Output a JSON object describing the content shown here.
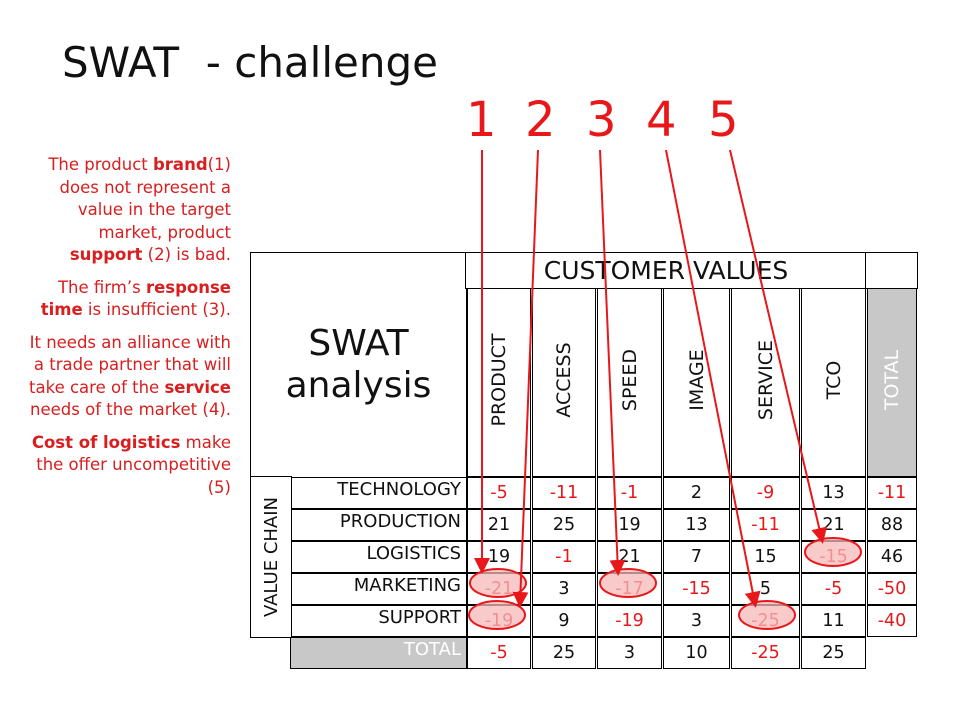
{
  "title": "SWAT  - challenge",
  "numbers": [
    "1",
    "2",
    "3",
    "4",
    "5"
  ],
  "side": {
    "p1_a": "The product ",
    "p1_b": "brand",
    "p1_c": "(1) does not represent a value in the target market, product ",
    "p1_d": "support",
    "p1_e": " (2) is bad.",
    "p2_a": "The firm’s ",
    "p2_b": "response time",
    "p2_c": " is insufficient (3).",
    "p3_a": "It needs an alliance with a trade partner that will take care of the ",
    "p3_b": "service",
    "p3_c": " needs of the market (4).",
    "p4_a": "Cost of logistics",
    "p4_b": " make the offer uncompetitive (5)"
  },
  "table": {
    "customer_values": "CUSTOMER VALUES",
    "swat_line1": "SWAT",
    "swat_line2": "analysis",
    "value_chain": "VALUE CHAIN",
    "columns": [
      "PRODUCT",
      "ACCESS",
      "SPEED",
      "IMAGE",
      "SERVICE",
      "TCO",
      "TOTAL"
    ],
    "rows": [
      {
        "label": "TECHNOLOGY",
        "values": [
          "-5",
          "-11",
          "-1",
          "2",
          "-9",
          "13",
          "-11"
        ]
      },
      {
        "label": "PRODUCTION",
        "values": [
          "21",
          "25",
          "19",
          "13",
          "-11",
          "21",
          "88"
        ]
      },
      {
        "label": "LOGISTICS",
        "values": [
          "19",
          "-1",
          "21",
          "7",
          "15",
          "-15",
          "46"
        ]
      },
      {
        "label": "MARKETING",
        "values": [
          "-21",
          "3",
          "-17",
          "-15",
          "5",
          "-5",
          "-50"
        ]
      },
      {
        "label": "SUPPORT",
        "values": [
          "-19",
          "9",
          "-19",
          "3",
          "-25",
          "11",
          "-40"
        ]
      }
    ],
    "total_row": {
      "label": "TOTAL",
      "values": [
        "-5",
        "25",
        "3",
        "10",
        "-25",
        "25"
      ]
    }
  },
  "colors": {
    "accent": "#e8171a",
    "highlight": "#f7b8b8",
    "total_bg": "#c8c8c8"
  }
}
